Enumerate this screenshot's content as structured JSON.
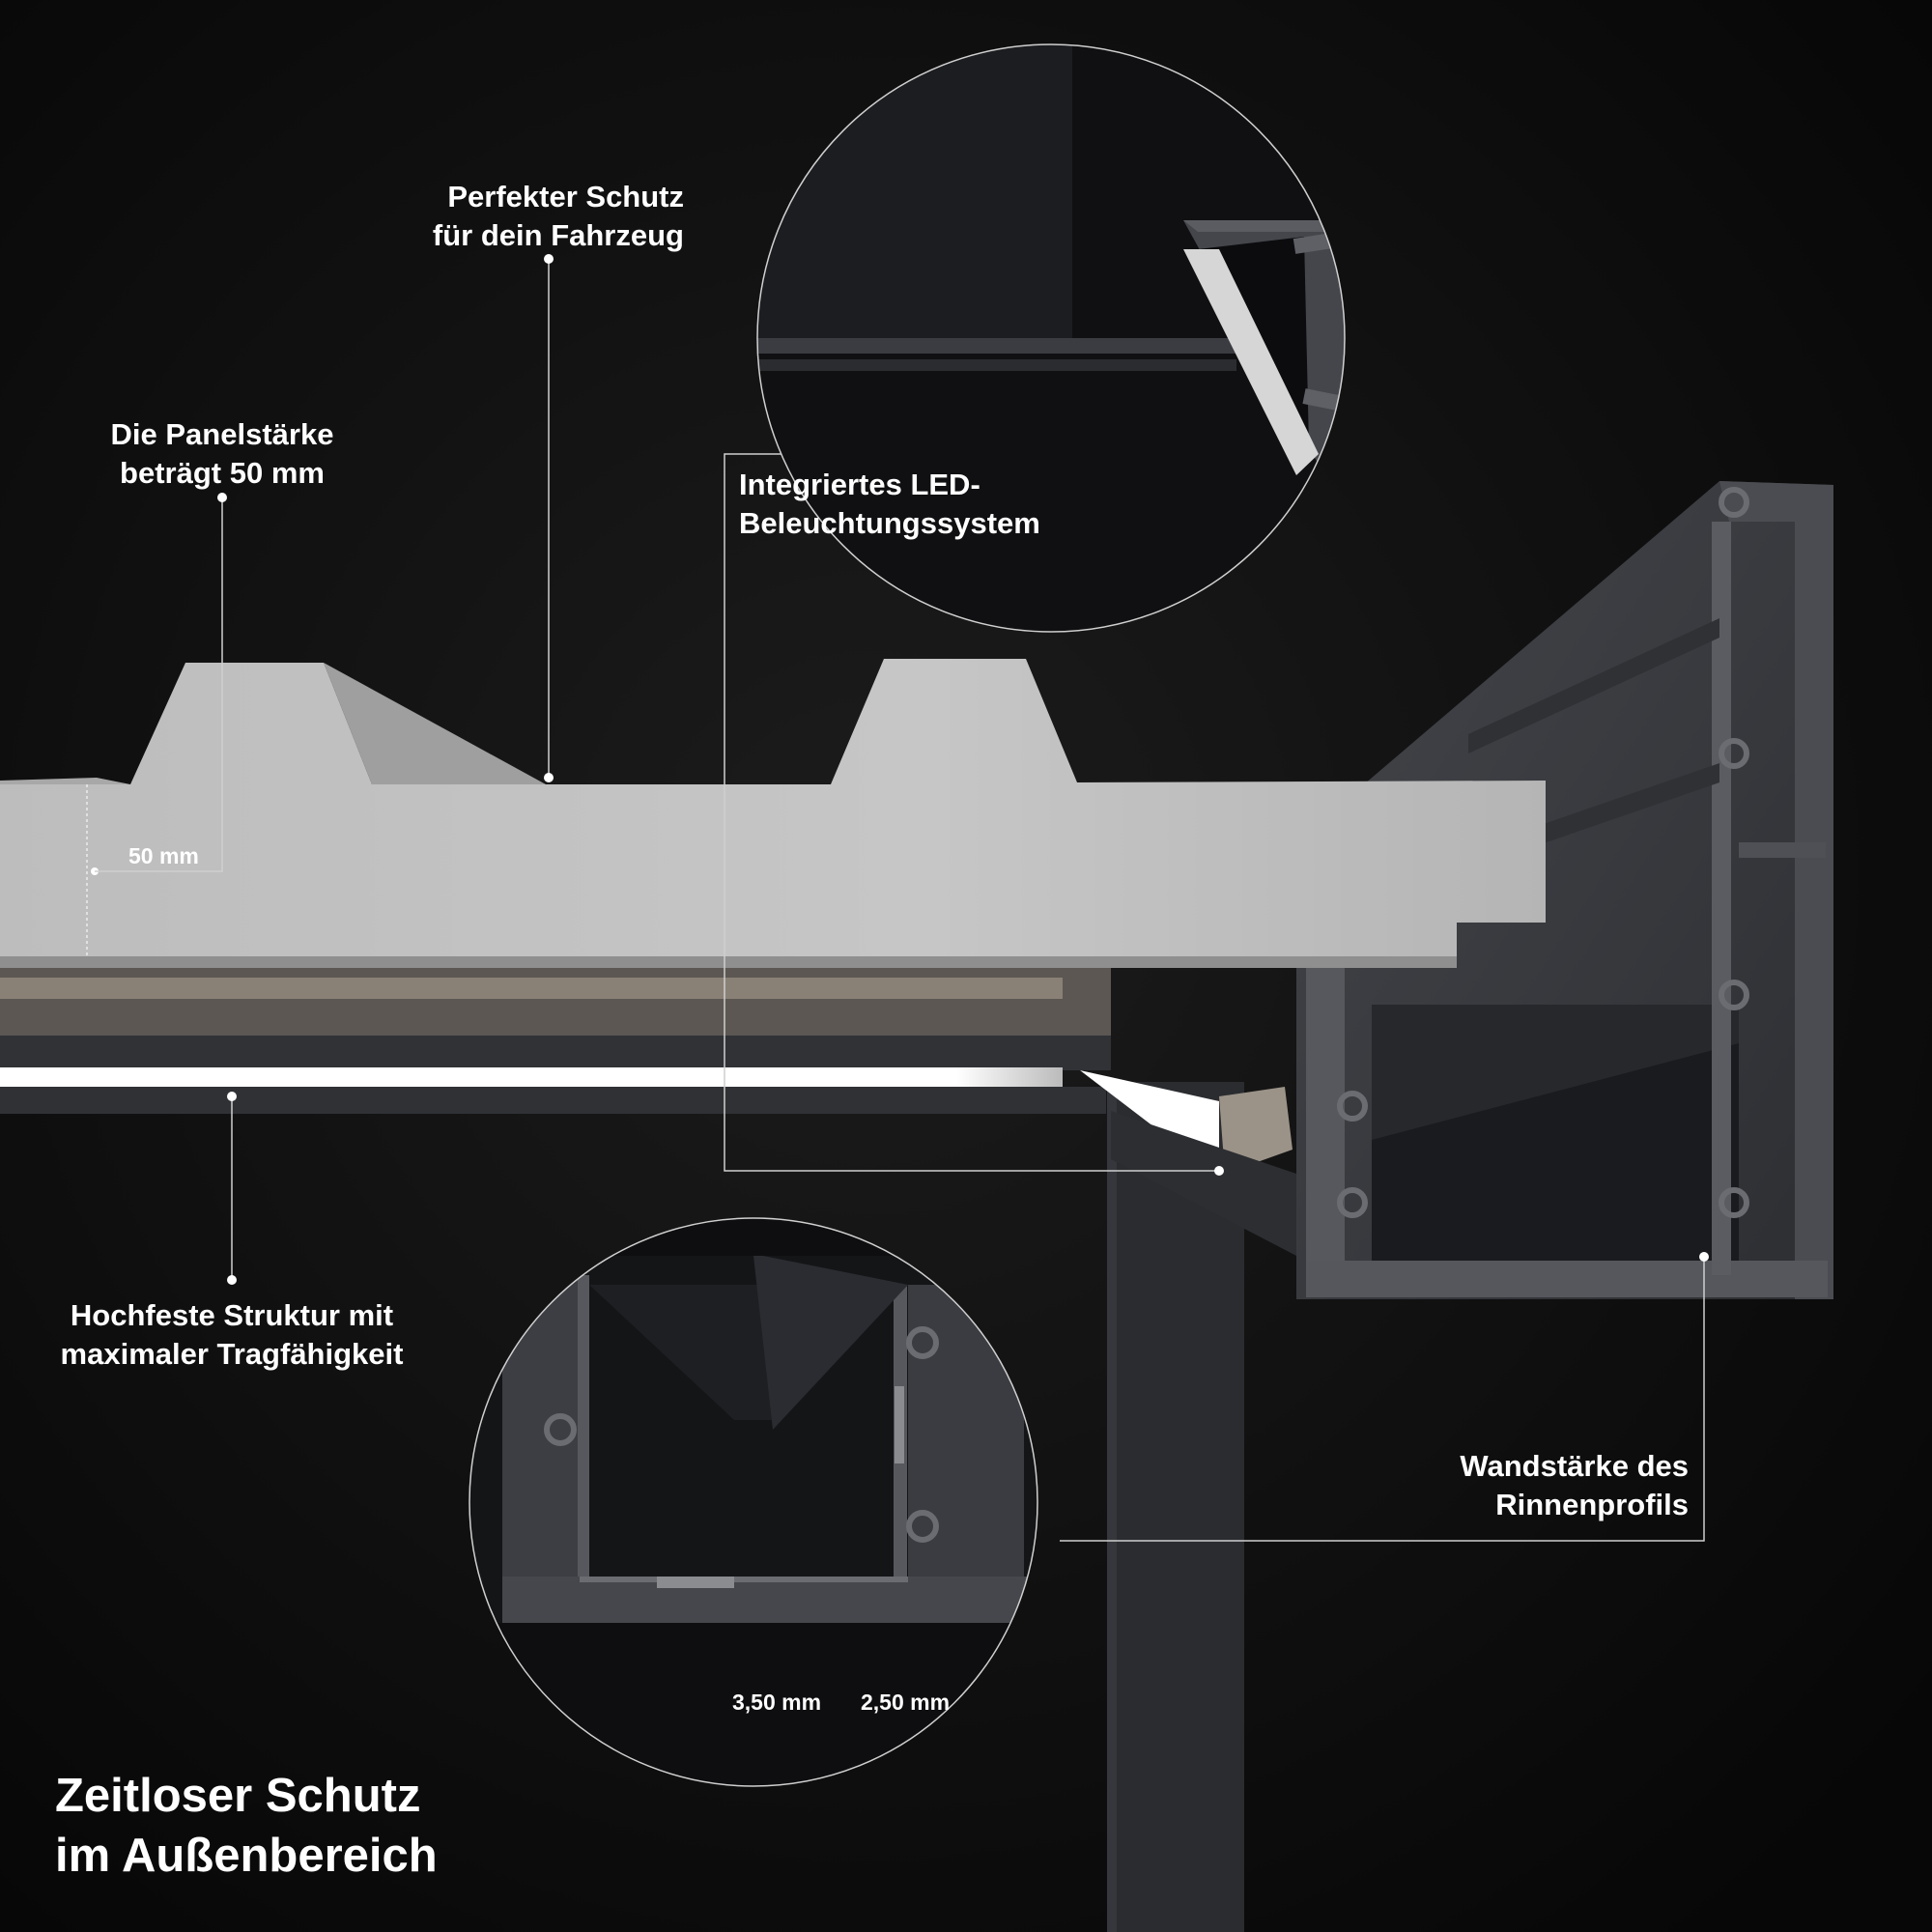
{
  "labels": {
    "protection": [
      "Perfekter Schutz",
      "für dein Fahrzeug"
    ],
    "panel_thickness": [
      "Die Panelstärke",
      "beträgt 50 mm"
    ],
    "led": [
      "Integriertes LED-",
      "Beleuchtungssystem"
    ],
    "structure": [
      "Hochfeste Struktur mit",
      "maximaler Tragfähigkeit"
    ],
    "wall_thickness": [
      "Wandstärke des",
      "Rinnenprofils"
    ],
    "dim_50": "50 mm",
    "dim_350": "3,50 mm",
    "dim_250": "2,50 mm"
  },
  "title": [
    "Zeitloser Schutz",
    "im Außenbereich"
  ],
  "colors": {
    "background": "#0b0b0b",
    "panel": "#c2c2c2",
    "profile": "#3b3d42",
    "led": "#ffffff",
    "callout_line": "#cfcfcf"
  }
}
